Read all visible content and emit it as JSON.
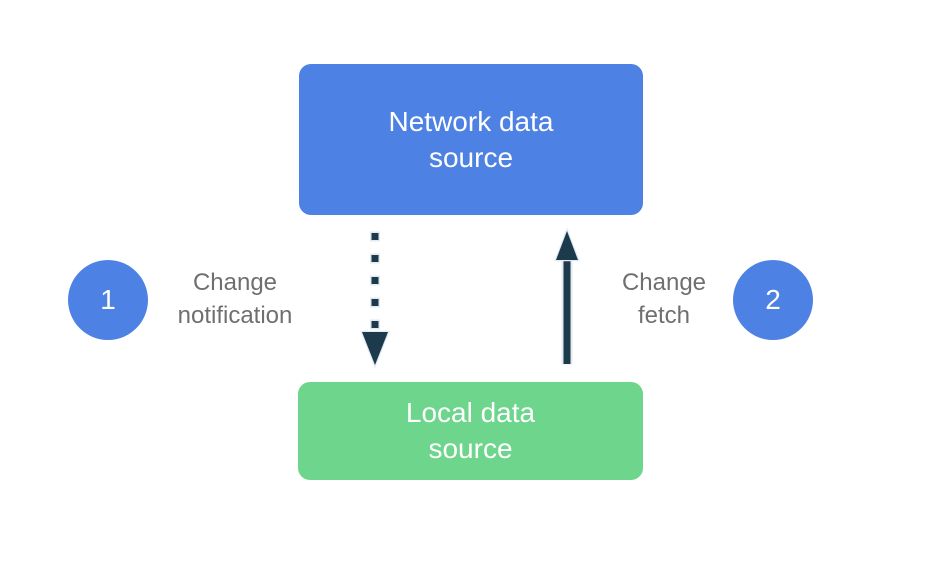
{
  "colors": {
    "background": "#ffffff",
    "network_box": "#4e81e4",
    "local_box": "#6dd58c",
    "badge": "#4e81e4",
    "arrow": "#1c3a4b",
    "arrow_halo": "#e2eaf2",
    "label_text": "#6f6f6f",
    "node_text": "#ffffff"
  },
  "nodes": {
    "network": {
      "line1": "Network data",
      "line2": "source"
    },
    "local": {
      "line1": "Local data",
      "line2": "source"
    }
  },
  "badges": {
    "one": {
      "number": "1"
    },
    "two": {
      "number": "2"
    }
  },
  "labels": {
    "notification": {
      "line1": "Change",
      "line2": "notification"
    },
    "fetch": {
      "line1": "Change",
      "line2": "fetch"
    }
  },
  "edges": {
    "change_notification": {
      "style": "dotted",
      "from": "Network data source",
      "to": "Local data source"
    },
    "change_fetch": {
      "style": "solid",
      "from": "Local data source",
      "to": "Network data source"
    }
  }
}
